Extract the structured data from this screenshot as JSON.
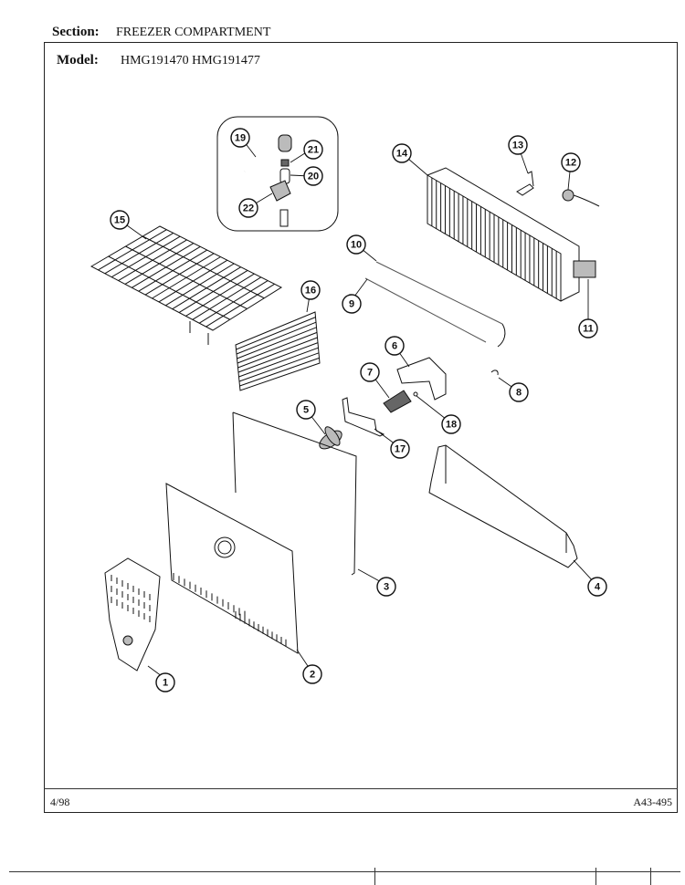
{
  "header": {
    "section_label": "Section:",
    "section_value": "FREEZER COMPARTMENT",
    "model_label": "Model:",
    "model_value": "HMG191470 HMG191477"
  },
  "footer": {
    "date": "4/98",
    "code": "A43-495"
  },
  "callouts": [
    "1",
    "2",
    "3",
    "4",
    "5",
    "6",
    "7",
    "8",
    "9",
    "10",
    "11",
    "12",
    "13",
    "14",
    "15",
    "16",
    "17",
    "18",
    "19",
    "20",
    "21",
    "22"
  ]
}
